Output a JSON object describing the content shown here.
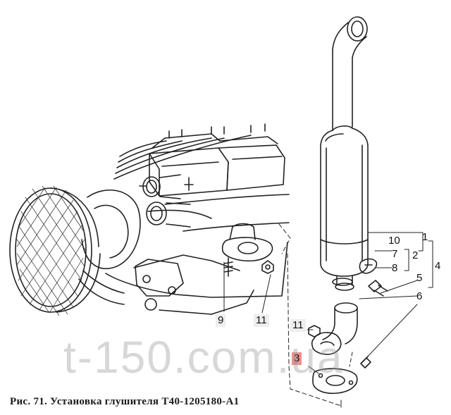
{
  "figure": {
    "caption": "Рис. 71. Установка глушителя Т40-1205180-А1",
    "watermark": "t-150.com.ua",
    "highlight_color": "#ef8f8f"
  },
  "callouts": {
    "c1": "1",
    "c2": "2",
    "c3": "3",
    "c4": "4",
    "c5": "5",
    "c6": "6",
    "c7": "7",
    "c8": "8",
    "c9": "9",
    "c10": "10",
    "c11a": "11",
    "c11b": "11"
  }
}
